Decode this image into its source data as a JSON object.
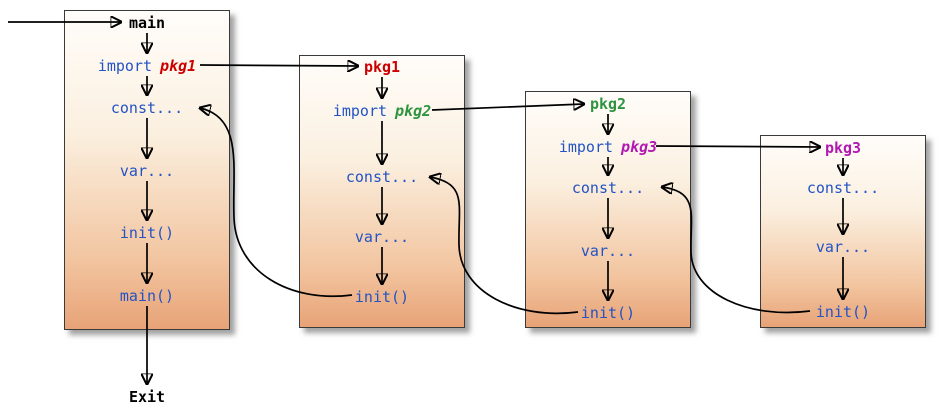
{
  "boxes": [
    {
      "title": "main",
      "import": {
        "keyword": "import",
        "pkg": "pkg1"
      },
      "steps": [
        "const...",
        "var...",
        "init()",
        "main()"
      ]
    },
    {
      "title": "pkg1",
      "import": {
        "keyword": "import",
        "pkg": "pkg2"
      },
      "steps": [
        "const...",
        "var...",
        "init()"
      ]
    },
    {
      "title": "pkg2",
      "import": {
        "keyword": "import",
        "pkg": "pkg3"
      },
      "steps": [
        "const...",
        "var...",
        "init()"
      ]
    },
    {
      "title": "pkg3",
      "steps": [
        "const...",
        "var...",
        "init()"
      ]
    }
  ],
  "exit_label": "Exit",
  "colors": {
    "code_blue": "#2353c4",
    "pkg1_red": "#cc0000",
    "pkg2_green": "#2e9440",
    "pkg3_magenta": "#b119b1",
    "box_gradient_top": "#fffdfa",
    "box_gradient_bottom": "#e8a377",
    "arrow": "#000000"
  }
}
